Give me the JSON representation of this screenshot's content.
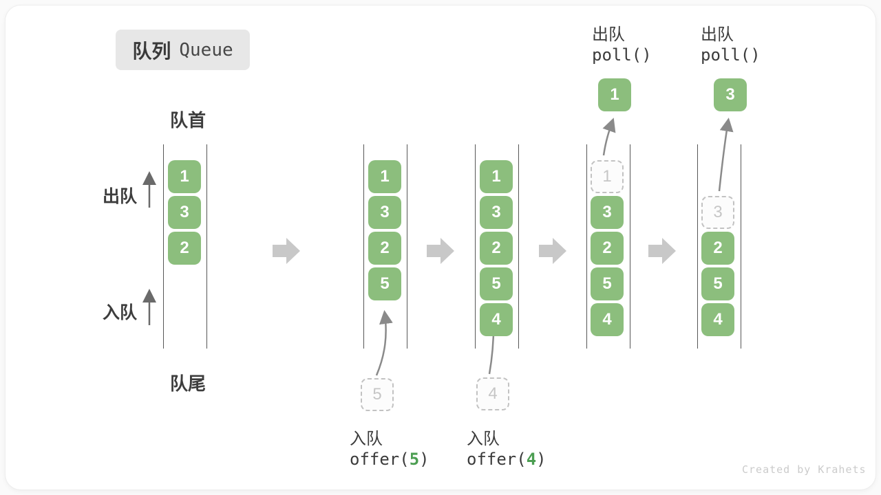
{
  "title": {
    "zh": "队列",
    "en": "Queue"
  },
  "labels": {
    "head": "队首",
    "tail": "队尾",
    "dequeue": "出队",
    "enqueue": "入队"
  },
  "columns": [
    {
      "boxes": [
        "1",
        "3",
        "2"
      ]
    },
    {
      "boxes": [
        "1",
        "3",
        "2",
        "5"
      ]
    },
    {
      "boxes": [
        "1",
        "3",
        "2",
        "5",
        "4"
      ]
    },
    {
      "ghost": "1",
      "boxes": [
        "3",
        "2",
        "5",
        "4"
      ]
    },
    {
      "ghost": "3",
      "boxes": [
        "2",
        "5",
        "4"
      ]
    }
  ],
  "steps": {
    "enqueue5": {
      "label": "入队",
      "fn": "offer(",
      "arg": "5",
      "close": ")",
      "staged": "5"
    },
    "enqueue4": {
      "label": "入队",
      "fn": "offer(",
      "arg": "4",
      "close": ")",
      "staged": "4"
    },
    "poll1": {
      "label": "出队",
      "code": "poll()",
      "removed": "1"
    },
    "poll3": {
      "label": "出队",
      "code": "poll()",
      "removed": "3"
    }
  },
  "footer": {
    "credit": "Created by Krahets"
  },
  "colors": {
    "box_green": "#8CBE7D",
    "code_green": "#4c9e52",
    "block_arrow_gray": "#c8c8c8",
    "thin_arrow_gray": "#8a8a8a",
    "badge_gray": "#e7e7e7",
    "text_dark": "#3b3b3b",
    "ghost_gray": "#c2c2c2"
  }
}
